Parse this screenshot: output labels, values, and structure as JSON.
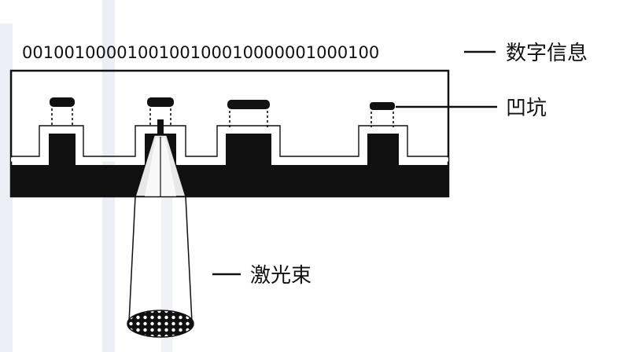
{
  "diagram": {
    "bit_string": "0010010000100100100010000001000100",
    "labels": {
      "digital_info": "数字信息",
      "pit": "凹坑",
      "laser_beam": "激光束"
    },
    "colors": {
      "ink": "#111111",
      "background": "#ffffff",
      "watermark": "#dde2ee"
    }
  }
}
